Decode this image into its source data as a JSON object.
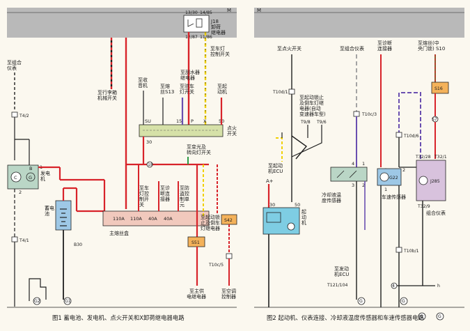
{
  "colors": {
    "ground_bar": "#b9b9b9",
    "wire_red": "#d8232a",
    "wire_black": "#1e1e1e",
    "wire_purple": "#6a4fb0",
    "wire_yellow": "#f0d000",
    "wire_green": "#2f9b45",
    "wire_gray": "#a4a4a4",
    "wire_brown": "#8a5a2a",
    "fuse_box": "#f1c9bd",
    "switch_box": "#d6e1a8",
    "fuse_chip": "#f4b25a",
    "battery": "#9ec8e6",
    "starter": "#7ecde3",
    "gauge_box": "#bad6c6",
    "cluster": "#d8c2dd"
  },
  "fig1": {
    "bus": "M",
    "relay": {
      "pins_top": "13/30",
      "pins_top_r": "14/85",
      "pins_bot": "12/87",
      "pins_bot_r": "11/86",
      "id": "J18",
      "name1": "卸荷",
      "name2": "继电器"
    },
    "to_cluster_1": "至组合",
    "to_cluster_2": "仪表",
    "conn_t4_2": "T4/2",
    "conn_t4_1": "T4/1",
    "gen_pin_b": "B",
    "gen_pin_1": "1",
    "gen_pin_2": "2",
    "gen_label_1": "发电",
    "gen_label_2": "机",
    "gen_c": "C",
    "gen_g": "G",
    "battery_1": "蓄电",
    "battery_2": "池",
    "b30": "B30",
    "gnd1": "G2",
    "gnd2": "G1",
    "trunk_1": "至行李箱",
    "trunk_2": "机械开关",
    "radio_1": "至收",
    "radio_2": "音机",
    "wiper_1": "至刮水器",
    "wiper_2": "继电器",
    "fuse_s13_1": "至熔",
    "fuse_s13_2": "丝S13",
    "park_1": "至驻车",
    "park_2": "灯开关",
    "start_1": "至起",
    "start_2": "动机",
    "cabin_1": "至车灯",
    "cabin_2": "控制开关",
    "sw_pins": [
      "SU",
      "15",
      "P",
      "X",
      "50"
    ],
    "sw_pin_30": "30",
    "sw_label_1": "点火",
    "sw_label_2": "开关",
    "node_18": "18",
    "turn_1": "至变光及",
    "turn_2": "转向灯开关",
    "headlamp_1": "至车",
    "headlamp_2": "灯控",
    "headlamp_3": "制开",
    "headlamp_4": "关",
    "diag_1": "至诊",
    "diag_2": "断连",
    "diag_3": "接器",
    "antitheft_1": "至防",
    "antitheft_2": "盗控",
    "antitheft_3": "制单",
    "antitheft_4": "元",
    "startlock_1": "至起动锁",
    "startlock_2": "止及倒车",
    "startlock_3": "灯继电器",
    "fuses": [
      "110A",
      "110A",
      "40A",
      "40A"
    ],
    "fuse_box_label": "主熔丝盒",
    "s42": "S42",
    "s51": "S51",
    "t10c5": "T10c/5",
    "main_relay_1": "至主供",
    "main_relay_2": "电继电器",
    "ac_1": "至空调",
    "ac_2": "控制器",
    "caption": "图1  蓄电池、发电机、点火开关和X卸荷继电器电路"
  },
  "fig2": {
    "bus": "M",
    "ign_sw": "至点火开关",
    "cluster": "至组合仪表",
    "diag_1": "至诊断",
    "diag_2": "连接器",
    "fuse_1": "至熔丝(中",
    "fuse_2": "央门锁) S10",
    "t10d1": "T10d/1",
    "t10c3": "T10c/3",
    "startrelay_1": "至起动锁止",
    "startrelay_2": "及倒车灯继",
    "startrelay_3": "电器(自动",
    "startrelay_4": "变速器车型)",
    "t9_8": "T9/8",
    "t9_6": "T9/6",
    "t10d6": "T10d/6",
    "s16": "S16",
    "s7": "S7",
    "ecu_1": "至起动",
    "ecu_2": "机ECU",
    "a_plus": "A+",
    "coolant_1": "冷却液温",
    "coolant_2": "度传感器",
    "g22": "G22",
    "speed_sensor": "车速传感器",
    "t32_28": "T32/28",
    "t32_1": "T32/1",
    "j285": "J285",
    "t32_9": "T32/9",
    "cluster_label": "组合仪表",
    "starter_1": "起",
    "starter_2": "动",
    "starter_3": "机",
    "pin_30": "30",
    "pin_50": "50",
    "engine_ecu_1": "至发动",
    "engine_ecu_2": "机ECU",
    "engine_ecu_3": "T121/104",
    "t10b1": "T10b/1",
    "pin_4": "4",
    "pin_3": "3",
    "pin_1": "1",
    "pin_2": "2",
    "pin_h": "h",
    "gnd_a": "G",
    "gnd_b": "G",
    "gnd_c": "G",
    "gnd_d": "G",
    "caption": "图2  起动机、仪表连接、冷却液温度传感器和车速传感器电路"
  }
}
